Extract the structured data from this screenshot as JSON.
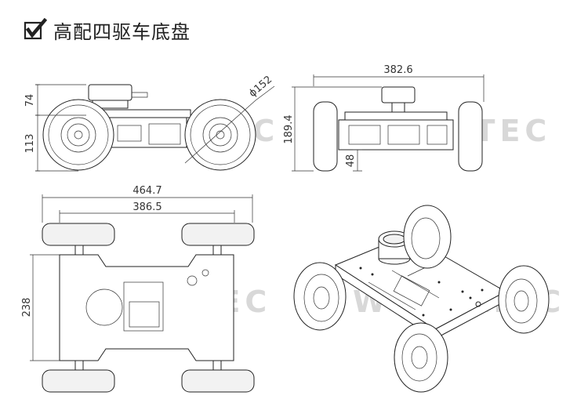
{
  "header": {
    "title": "高配四驱车底盘",
    "check_icon": "checkbox-checked-icon"
  },
  "watermark": {
    "text": "WHEELTEC"
  },
  "dimensions": {
    "front_upper_height": "74",
    "front_lower_height": "113",
    "wheel_diameter": "ϕ152",
    "side_overall_length": "382.6",
    "side_overall_height": "189.4",
    "side_ground_clearance": "48",
    "top_overall_width": "464.7",
    "top_wheelbase_width": "386.5",
    "top_length": "238"
  }
}
